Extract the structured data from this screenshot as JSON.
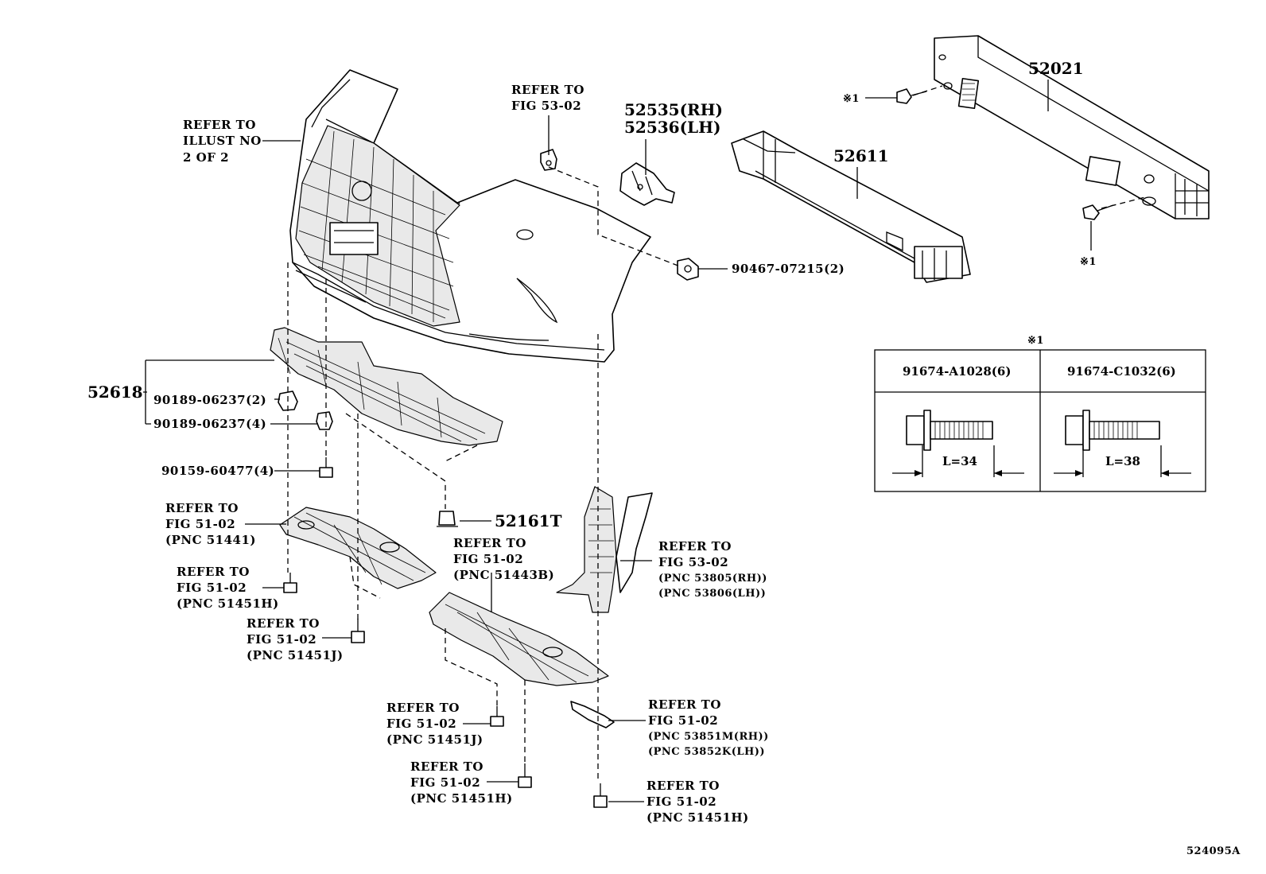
{
  "labels": {
    "refer_illust": [
      "REFER TO",
      "ILLUST NO",
      "2 OF 2"
    ],
    "refer_53_02_top": [
      "REFER TO",
      "FIG 53-02"
    ],
    "p52535": "52535(RH)",
    "p52536": "52536(LH)",
    "p52021": "52021",
    "p52611": "52611",
    "mark1_top": "※1",
    "mark1_right": "※1",
    "p90467": "90467-07215(2)",
    "p52618": "52618",
    "p90189a": "90189-06237(2)",
    "p90189b": "90189-06237(4)",
    "p90159": "90159-60477(4)",
    "p52161t": "52161T",
    "ref_51441": [
      "REFER TO",
      "FIG 51-02",
      "(PNC 51441)"
    ],
    "ref_51451h_a": [
      "REFER TO",
      "FIG 51-02",
      "(PNC 51451H)"
    ],
    "ref_51451j_a": [
      "REFER TO",
      "FIG 51-02",
      "(PNC 51451J)"
    ],
    "ref_51443b": [
      "REFER TO",
      "FIG 51-02",
      "(PNC 51443B)"
    ],
    "ref_53805": [
      "REFER TO",
      "FIG 53-02",
      "(PNC 53805(RH))",
      "(PNC 53806(LH))"
    ],
    "ref_53851": [
      "REFER TO",
      "FIG 51-02",
      "(PNC 53851M(RH))",
      "(PNC 53852K(LH))"
    ],
    "ref_51451j_b": [
      "REFER TO",
      "FIG 51-02",
      "(PNC 51451J)"
    ],
    "ref_51451h_b": [
      "REFER TO",
      "FIG 51-02",
      "(PNC 51451H)"
    ],
    "ref_51451h_c": [
      "REFER TO",
      "FIG 51-02",
      "(PNC 51451H)"
    ],
    "figure_id": "524095A"
  },
  "bolt_table": {
    "mark": "※1",
    "columns": [
      {
        "part": "91674-A1028(6)",
        "length": "L=34"
      },
      {
        "part": "91674-C1032(6)",
        "length": "L=38"
      }
    ]
  }
}
